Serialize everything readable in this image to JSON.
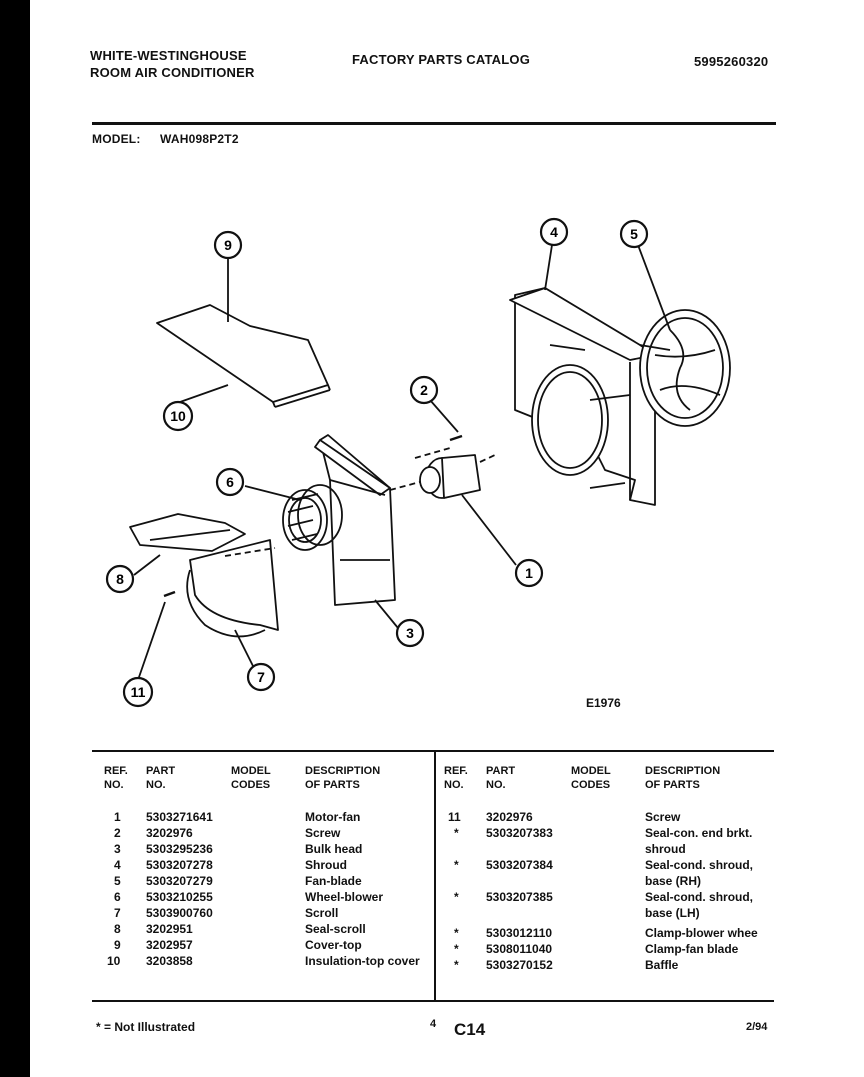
{
  "header": {
    "brand_line1": "WHITE-WESTINGHOUSE",
    "brand_line2": "ROOM AIR CONDITIONER",
    "catalog_title": "FACTORY PARTS CATALOG",
    "catalog_number": "5995260320",
    "model_label": "MODEL:",
    "model_value": "WAH098P2T2"
  },
  "diagram": {
    "figure_id": "E1976",
    "callouts": [
      "1",
      "2",
      "3",
      "4",
      "5",
      "6",
      "7",
      "8",
      "9",
      "10",
      "11"
    ]
  },
  "table": {
    "headers": {
      "ref": [
        "REF.",
        "NO."
      ],
      "part": [
        "PART",
        "NO."
      ],
      "model": [
        "MODEL",
        "CODES"
      ],
      "desc": [
        "DESCRIPTION",
        "OF PARTS"
      ]
    },
    "left_rows": [
      {
        "ref": "1",
        "part": "5303271641",
        "code": "",
        "desc": "Motor-fan"
      },
      {
        "ref": "2",
        "part": "3202976",
        "code": "",
        "desc": "Screw"
      },
      {
        "ref": "3",
        "part": "5303295236",
        "code": "",
        "desc": "Bulk head"
      },
      {
        "ref": "4",
        "part": "5303207278",
        "code": "",
        "desc": "Shroud"
      },
      {
        "ref": "5",
        "part": "5303207279",
        "code": "",
        "desc": "Fan-blade"
      },
      {
        "ref": "6",
        "part": "5303210255",
        "code": "",
        "desc": "Wheel-blower"
      },
      {
        "ref": "7",
        "part": "5303900760",
        "code": "",
        "desc": "Scroll"
      },
      {
        "ref": "8",
        "part": "3202951",
        "code": "",
        "desc": "Seal-scroll"
      },
      {
        "ref": "9",
        "part": "3202957",
        "code": "",
        "desc": "Cover-top"
      },
      {
        "ref": "10",
        "part": "3203858",
        "code": "",
        "desc": "Insulation-top cover"
      }
    ],
    "right_rows": [
      {
        "ref": "11",
        "part": "3202976",
        "code": "",
        "desc": "Screw"
      },
      {
        "ref": "*",
        "part": "5303207383",
        "code": "",
        "desc": "Seal-con. end brkt. shroud"
      },
      {
        "ref": "*",
        "part": "5303207384",
        "code": "",
        "desc": "Seal-cond. shroud, base (RH)"
      },
      {
        "ref": "*",
        "part": "5303207385",
        "code": "",
        "desc": "Seal-cond. shroud, base (LH)"
      },
      {
        "ref": "*",
        "part": "5303012110",
        "code": "",
        "desc": "Clamp-blower whee"
      },
      {
        "ref": "*",
        "part": "5308011040",
        "code": "",
        "desc": "Clamp-fan blade"
      },
      {
        "ref": "*",
        "part": "5303270152",
        "code": "",
        "desc": "Baffle"
      }
    ]
  },
  "footer": {
    "note": "* = Not Illustrated",
    "page_small": "4",
    "page_code": "C14",
    "date": "2/94"
  }
}
